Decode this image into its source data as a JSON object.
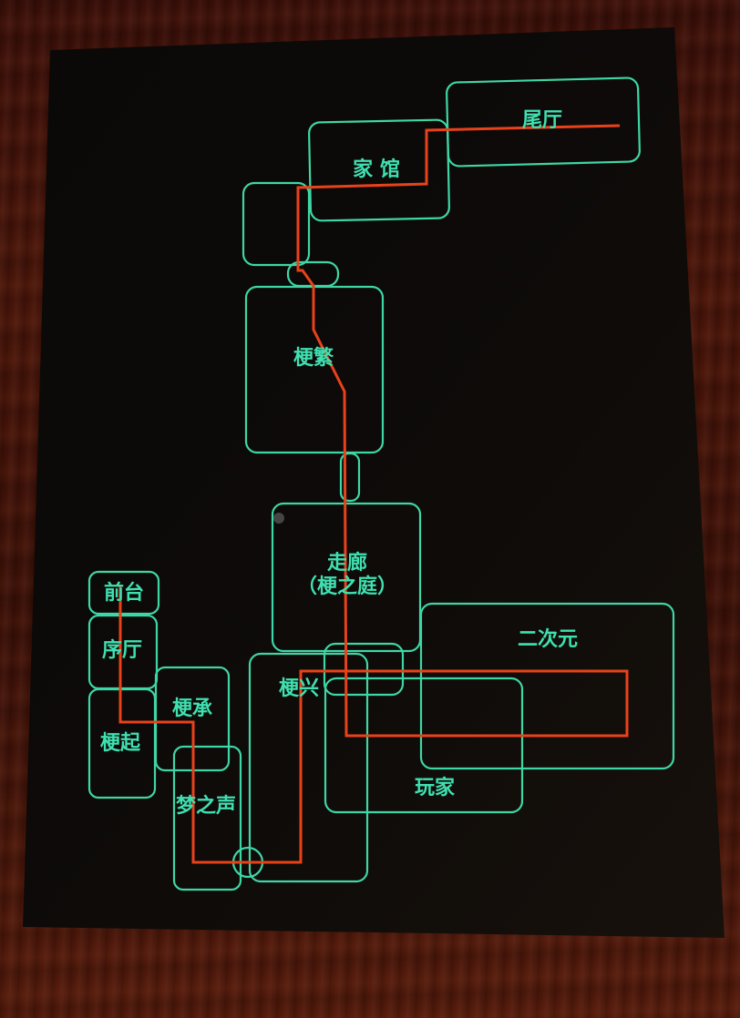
{
  "map": {
    "rooms": {
      "wei_ting": "尾厅",
      "jia_guan": "家 馆",
      "geng_fan": "梗繁",
      "zou_lang": "走廊",
      "zou_lang_sub": "（梗之庭）",
      "er_ci_yuan": "二次元",
      "qian_tai": "前台",
      "xu_ting": "序厅",
      "geng_qi": "梗起",
      "geng_cheng": "梗承",
      "meng_zhi_sheng": "梦之声",
      "geng_xing": "梗兴",
      "wan_jia": "玩家"
    },
    "colors": {
      "room_outline": "#3fd6a6",
      "label": "#3fe0b0",
      "route": "#e8421a",
      "board": "#0b0a09"
    }
  }
}
